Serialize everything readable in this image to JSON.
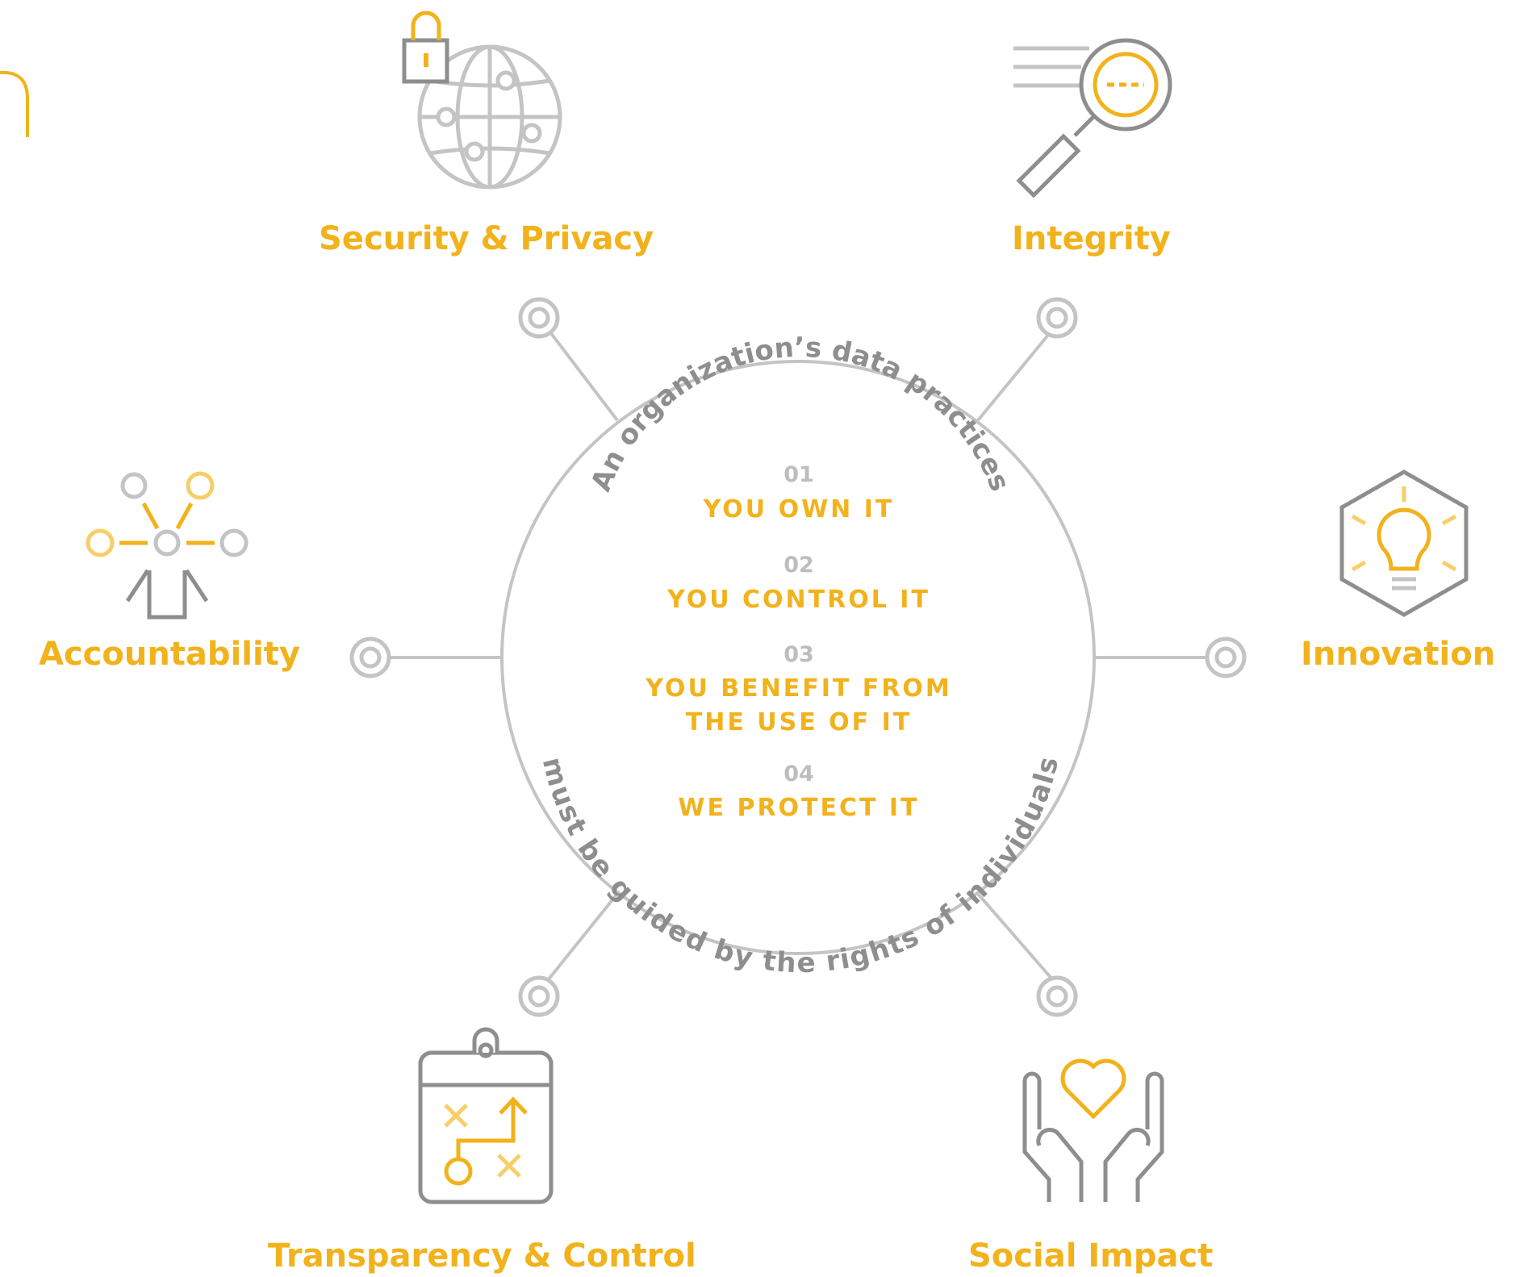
{
  "colors": {
    "accent": "#F2B21B",
    "accent_light": "#F7CE68",
    "gray": "#8E8E8E",
    "light_gray": "#C4C4C4"
  },
  "labels": {
    "security_privacy": "Security & Privacy",
    "integrity": "Integrity",
    "accountability": "Accountability",
    "innovation": "Innovation",
    "transparency_control": "Transparency & Control",
    "social_impact": "Social Impact"
  },
  "center": {
    "arc_top": "An organization’s data practices",
    "arc_bottom": "must be guided by the rights of individuals",
    "principles": [
      {
        "num": "01",
        "lines": [
          "YOU OWN IT"
        ]
      },
      {
        "num": "02",
        "lines": [
          "YOU CONTROL IT"
        ]
      },
      {
        "num": "03",
        "lines": [
          "YOU BENEFIT FROM",
          "THE USE OF IT"
        ]
      },
      {
        "num": "04",
        "lines": [
          "WE PROTECT IT"
        ]
      }
    ]
  },
  "icons": [
    "lock-globe-icon",
    "magnifier-icon",
    "network-person-icon",
    "lightbulb-hexagon-icon",
    "clipboard-strategy-icon",
    "heart-hands-icon"
  ]
}
